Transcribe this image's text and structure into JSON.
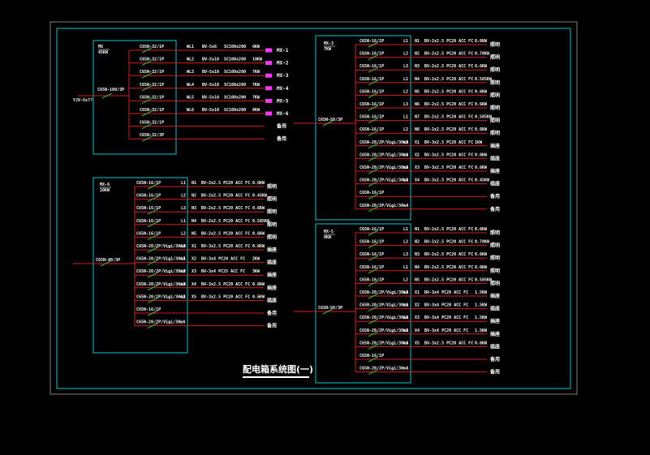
{
  "colors": {
    "background": "#000000",
    "frame": "#7f7f7f",
    "inner_frame": "#00c8d2",
    "box": "#00c8d2",
    "circuit_line": "#d21e1e",
    "switch": "#28c828",
    "text": "#ffffff",
    "tag": "#ff32ff"
  },
  "title": "配电箱系统图(一)",
  "panels": [
    {
      "id": "MX",
      "name": "MX",
      "power": "45KW",
      "incoming_breaker": "C65N-100/3P",
      "incoming_cable": "YJV-5x??",
      "circuits": [
        {
          "breaker": "C65N-32/1P",
          "line": "WL1",
          "cable": "BV-5x6",
          "pipe": "SC100x200",
          "power": "6KW",
          "use": "MX-1",
          "tag": true
        },
        {
          "breaker": "C65N-32/1P",
          "line": "WL2",
          "cable": "BV-5x10",
          "pipe": "SC100x200",
          "power": "10KW",
          "use": "MX-2",
          "tag": true
        },
        {
          "breaker": "C65N-32/1P",
          "line": "WL3",
          "cable": "BV-5x10",
          "pipe": "SC100x200",
          "power": "7KW",
          "use": "MX-3",
          "tag": true
        },
        {
          "breaker": "C65N-32/1P",
          "line": "WL4",
          "cable": "BV-5x10",
          "pipe": "SC100x200",
          "power": "7KW",
          "use": "MX-4",
          "tag": true
        },
        {
          "breaker": "C65N-32/1P",
          "line": "WL5",
          "cable": "BV-5x10",
          "pipe": "SC100x200",
          "power": "7KW",
          "use": "MX-5",
          "tag": true
        },
        {
          "breaker": "C65N-32/1P",
          "line": "WL6",
          "cable": "BV-5x10",
          "pipe": "SC100x200",
          "power": "8KW",
          "use": "MX-6",
          "tag": true
        },
        {
          "breaker": "C65N-32/1P",
          "line": "",
          "cable": "",
          "pipe": "",
          "power": "",
          "use": "备用",
          "tag": false
        },
        {
          "breaker": "C65N-32/3P",
          "line": "",
          "cable": "",
          "pipe": "",
          "power": "",
          "use": "备用",
          "tag": false
        }
      ]
    },
    {
      "id": "MX-6",
      "name": "MX-6",
      "power": "10KW",
      "incoming_breaker": "C65N-40/3P",
      "circuits": [
        {
          "breaker": "C65N-16/1P",
          "phase": "L1",
          "line": "N1",
          "cable": "BV-2x2.5 PC20 ACC FC",
          "power": "0.6KW",
          "use": "照明"
        },
        {
          "breaker": "C65N-16/1P",
          "phase": "L2",
          "line": "N2",
          "cable": "BV-2x2.5 PC20 ACC FC",
          "power": "0.45KW",
          "use": "照明"
        },
        {
          "breaker": "C65N-16/1P",
          "phase": "L3",
          "line": "N3",
          "cable": "BV-2x2.5 PC20 ACC FC",
          "power": "0.6KW",
          "use": "照明"
        },
        {
          "breaker": "C65N-16/1P",
          "phase": "L1",
          "line": "N4",
          "cable": "BV-2x2.5 PC20 ACC FC",
          "power": "0.585KW",
          "use": "照明"
        },
        {
          "breaker": "C65N-16/1P",
          "phase": "L2",
          "line": "N5",
          "cable": "BV-2x2.5 PC20 ACC FC",
          "power": "0.6KW",
          "use": "照明"
        },
        {
          "breaker": "C65N-20/2P/Vigi/30mA",
          "phase": "L3",
          "line": "X1",
          "cable": "BV-3x2.5 PC20 ACC FC",
          "power": "0.6KW",
          "use": "插座"
        },
        {
          "breaker": "C65N-20/2P/Vigi/30mA",
          "phase": "L1",
          "line": "X2",
          "cable": "BV-3x4 PC20 ACC FC",
          "power": "2KW",
          "use": "插座"
        },
        {
          "breaker": "C65N-20/2P/Vigi/30mA",
          "phase": "L2",
          "line": "X3",
          "cable": "BV-3x4 PC25 ACC FC",
          "power": "3KW",
          "use": "插座"
        },
        {
          "breaker": "C65N-20/2P/Vigi/30mA",
          "phase": "L3",
          "line": "X4",
          "cable": "BV-3x2.5 PC20 ACC FC",
          "power": "0.6KW",
          "use": "插座"
        },
        {
          "breaker": "C65N-20/2P/Vigi/30mA",
          "phase": "L1",
          "line": "X5",
          "cable": "BV-3x2.5 PC20 ACC FC",
          "power": "0.6KW",
          "use": "插座"
        },
        {
          "breaker": "C65N-16/1P",
          "phase": "",
          "line": "",
          "cable": "",
          "power": "",
          "use": "备用"
        },
        {
          "breaker": "C65N-20/2P/Vigi/30mA",
          "phase": "",
          "line": "",
          "cable": "",
          "power": "",
          "use": "备用"
        }
      ]
    },
    {
      "id": "MX-3",
      "name": "MX-3",
      "power": "7KW",
      "incoming_breaker": "C65N-50/3P",
      "circuits": [
        {
          "breaker": "C65N-16/1P",
          "phase": "L1",
          "line": "N1",
          "cable": "BV-2x2.5 PC20 ACC FC",
          "power": "0.6KW",
          "use": "照明"
        },
        {
          "breaker": "C65N-16/1P",
          "phase": "L2",
          "line": "N2",
          "cable": "BV-2x2.5 PC20 ACC FC",
          "power": "0.78KW",
          "use": "照明"
        },
        {
          "breaker": "C65N-16/1P",
          "phase": "L3",
          "line": "N3",
          "cable": "BV-2x2.5 PC20 ACC FC",
          "power": "0.6KW",
          "use": "照明"
        },
        {
          "breaker": "C65N-16/1P",
          "phase": "L1",
          "line": "N4",
          "cable": "BV-2x2.5 PC20 ACC FC",
          "power": "0.585KW",
          "use": "照明"
        },
        {
          "breaker": "C65N-16/1P",
          "phase": "L2",
          "line": "N5",
          "cable": "BV-2x2.5 PC20 ACC FC",
          "power": "0.6KW",
          "use": "照明"
        },
        {
          "breaker": "C65N-16/1P",
          "phase": "L3",
          "line": "N6",
          "cable": "BV-2x2.5 PC20 ACC FC",
          "power": "0.6KW",
          "use": "照明"
        },
        {
          "breaker": "C65N-16/1P",
          "phase": "L1",
          "line": "N7",
          "cable": "BV-2x2.5 PC20 ACC FC",
          "power": "0.585KW",
          "use": "照明"
        },
        {
          "breaker": "C65N-16/1P",
          "phase": "L2",
          "line": "N8",
          "cable": "BV-2x2.5 PC20 ACC FC",
          "power": "0.6KW",
          "use": "照明"
        },
        {
          "breaker": "C65N-20/2P/Vigi/30mA",
          "phase": "L3",
          "line": "X1",
          "cable": "BV-3x2.5 PC20 ACC FC",
          "power": "1KW",
          "use": "插座"
        },
        {
          "breaker": "C65N-20/2P/Vigi/30mA",
          "phase": "L1",
          "line": "X2",
          "cable": "BV-3x2.5 PC20 ACC FC",
          "power": "0.6KW",
          "use": "插座"
        },
        {
          "breaker": "C65N-20/2P/Vigi/30mA",
          "phase": "L2",
          "line": "X3",
          "cable": "BV-3x2.5 PC20 ACC FC",
          "power": "0.6KW",
          "use": "插座"
        },
        {
          "breaker": "C65N-20/2P/Vigi/30mA",
          "phase": "L3",
          "line": "X4",
          "cable": "BV-3x2.5 PC20 ACC FC",
          "power": "0.45KW",
          "use": "插座"
        },
        {
          "breaker": "C65N-16/1P",
          "phase": "",
          "line": "",
          "cable": "",
          "power": "",
          "use": "备用"
        },
        {
          "breaker": "C65N-20/2P/Vigi/30mA",
          "phase": "",
          "line": "",
          "cable": "",
          "power": "",
          "use": "备用"
        }
      ]
    },
    {
      "id": "MX-5",
      "name": "MX-5",
      "power": "8KW",
      "incoming_breaker": "C65N-50/3P",
      "circuits": [
        {
          "breaker": "C65N-16/1P",
          "phase": "L1",
          "line": "N1",
          "cable": "BV-2x2.5 PC20 ACC FC",
          "power": "0.6KW",
          "use": "照明"
        },
        {
          "breaker": "C65N-16/1P",
          "phase": "L2",
          "line": "N2",
          "cable": "BV-2x2.5 PC20 ACC FC",
          "power": "0.78KW",
          "use": "照明"
        },
        {
          "breaker": "C65N-16/1P",
          "phase": "L3",
          "line": "N3",
          "cable": "BV-2x2.5 PC20 ACC FC",
          "power": "0.6KW",
          "use": "照明"
        },
        {
          "breaker": "C65N-16/1P",
          "phase": "L1",
          "line": "N4",
          "cable": "BV-2x2.5 PC20 ACC FC",
          "power": "0.6KW",
          "use": "照明"
        },
        {
          "breaker": "C65N-16/1P",
          "phase": "L2",
          "line": "N5",
          "cable": "BV-2x2.5 PC20 ACC FC",
          "power": "0.585KW",
          "use": "照明"
        },
        {
          "breaker": "C65N-20/2P/Vigi/30mA",
          "phase": "L3",
          "line": "X1",
          "cable": "BV-3x4 PC20 ACC FC",
          "power": "1.5KW",
          "use": "插座"
        },
        {
          "breaker": "C65N-20/2P/Vigi/30mA",
          "phase": "L1",
          "line": "X2",
          "cable": "BV-3x4 PC20 ACC FC",
          "power": "1.5KW",
          "use": "插座"
        },
        {
          "breaker": "C65N-20/2P/Vigi/30mA",
          "phase": "L2",
          "line": "X3",
          "cable": "BV-3x4 PC20 ACC FC",
          "power": "1.5KW",
          "use": "插座"
        },
        {
          "breaker": "C65N-20/2P/Vigi/30mA",
          "phase": "L3",
          "line": "X4",
          "cable": "BV-3x4 PC20 ACC FC",
          "power": "1.5KW",
          "use": "插座"
        },
        {
          "breaker": "C65N-20/2P/Vigi/30mA",
          "phase": "L1",
          "line": "X5",
          "cable": "BV-3x2.5 PC20 ACC FC",
          "power": "0.6KW",
          "use": "插座"
        },
        {
          "breaker": "C65N-16/1P",
          "phase": "",
          "line": "",
          "cable": "",
          "power": "",
          "use": "备用"
        },
        {
          "breaker": "C65N-20/2P/Vigi/30mA",
          "phase": "",
          "line": "",
          "cable": "",
          "power": "",
          "use": "备用"
        }
      ]
    }
  ]
}
